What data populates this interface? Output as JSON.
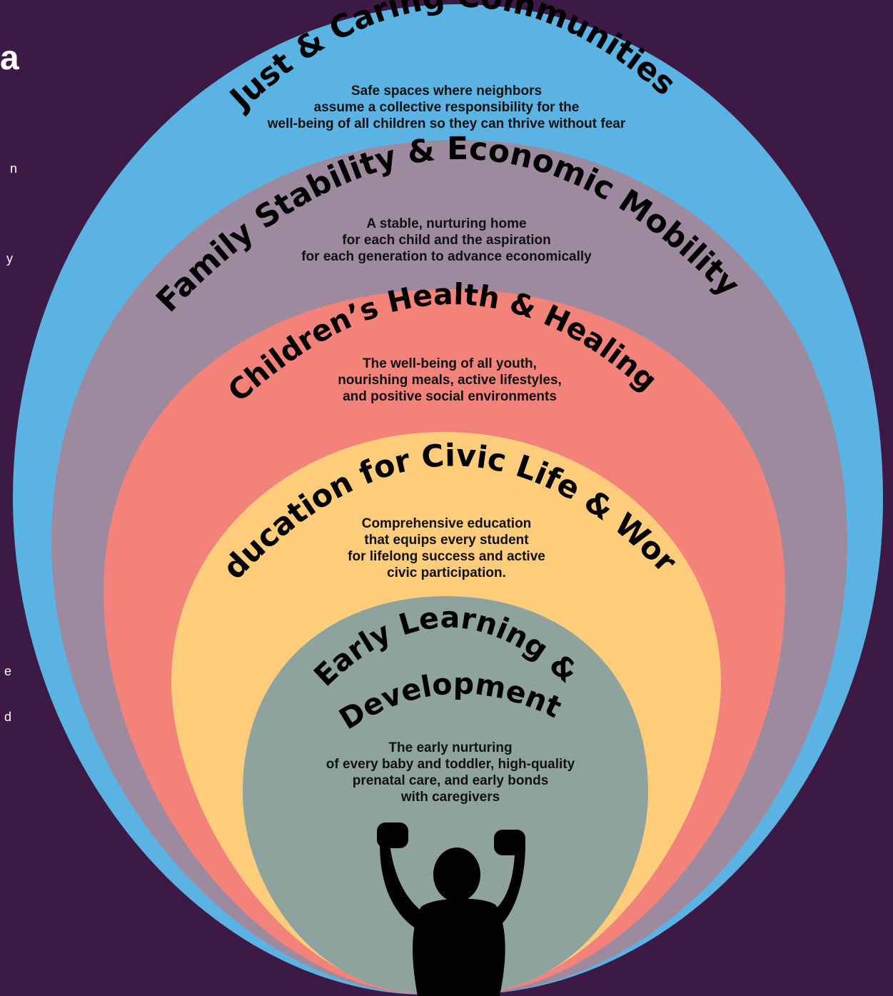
{
  "colors": {
    "background": "#3d1a45",
    "outer_ring": "#5bb3e3",
    "stability_ring": "#9d8a9f",
    "health_ring": "#f2827a",
    "education_ring": "#fdcd7c",
    "early_ring": "#8ea39d",
    "silhouette": "#000000",
    "text": "#111111"
  },
  "left_panel_fragments": {
    "heading_fragment": "a",
    "line_1": "n",
    "line_2": "y",
    "line_3": "e",
    "line_4": "d"
  },
  "rings": [
    {
      "id": "just-caring-communities",
      "title": "Just & Caring Communities",
      "description": [
        "Safe spaces where neighbors",
        "assume a collective responsibility for the",
        "well-being of all children so they can thrive without fear"
      ]
    },
    {
      "id": "family-stability",
      "title": "Family Stability & Economic Mobility",
      "description": [
        "A stable, nurturing home",
        "for each child and the aspiration",
        "for each generation to advance economically"
      ]
    },
    {
      "id": "childrens-health",
      "title": "Children’s Health & Healing",
      "description": [
        "The well-being of all youth,",
        "nourishing meals, active lifestyles,",
        "and positive social environments"
      ]
    },
    {
      "id": "education-civic",
      "title": "Education for Civic Life & Work",
      "description": [
        "Comprehensive education",
        "that equips every student",
        "for lifelong success and active",
        "civic participation."
      ]
    },
    {
      "id": "early-learning",
      "title_line_1": "Early Learning &",
      "title_line_2": "Development",
      "description": [
        "The early nurturing",
        "of every baby and toddler, high-quality",
        "prenatal care, and early bonds",
        "with caregivers"
      ]
    }
  ],
  "silhouette_icon": "child-raising-fists-silhouette"
}
